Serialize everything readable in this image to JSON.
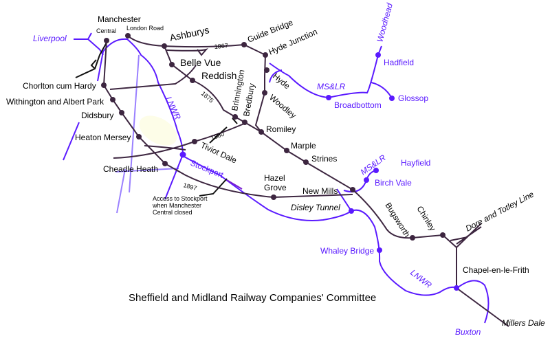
{
  "title": "Sheffield and Midland Railway Companies' Committee",
  "colors": {
    "committee": "#3d2640",
    "other": "#5a1aff"
  },
  "stations": {
    "manchester": "Manchester",
    "central": "Central",
    "london_road": "London Road",
    "ashburys": "Ashburys",
    "belle_vue": "Belle Vue",
    "reddish": "Reddish",
    "guide_bridge": "Guide Bridge",
    "hyde_junction": "Hyde Junction",
    "hyde": "Hyde",
    "woodley": "Woodley",
    "brinnington": "Brinnington",
    "bredbury": "Bredbury",
    "romiley": "Romiley",
    "marple": "Marple",
    "strines": "Strines",
    "new_mills": "New Mills",
    "hazel_grove": "Hazel Grove",
    "hazel": "Hazel",
    "grove": "Grove",
    "bugsworth": "Bugsworth",
    "chinley": "Chinley",
    "chorlton": "Chorlton cum Hardy",
    "withington": "Withington and Albert Park",
    "didsbury": "Didsbury",
    "heaton_mersey": "Heaton Mersey",
    "cheadle_heath": "Cheadle Heath",
    "tiviot_dale": "Tiviot Dale",
    "chapel": "Chapel-en-le-Frith"
  },
  "other_stations": {
    "stockport": "Stockport",
    "broadbottom": "Broadbottom",
    "hadfield": "Hadfield",
    "glossop": "Glossop",
    "hayfield": "Hayfield",
    "birch_vale": "Birch Vale",
    "whaley_bridge": "Whaley Bridge",
    "liverpool": "Liverpool",
    "woodhead": "Woodhead",
    "buxton": "Buxton"
  },
  "lines": {
    "lnwr": "LNWR",
    "mslr": "MS&LR",
    "dore": "Dore and Totley Line",
    "millers_dale": "Millers Dale",
    "disley_tunnel": "Disley Tunnel"
  },
  "years": {
    "y1867": "1867",
    "y1875": "1875",
    "y1880": "1880",
    "y1897": "1897"
  },
  "note": [
    "Access to Stockport",
    "when Manchester",
    "Central closed"
  ]
}
